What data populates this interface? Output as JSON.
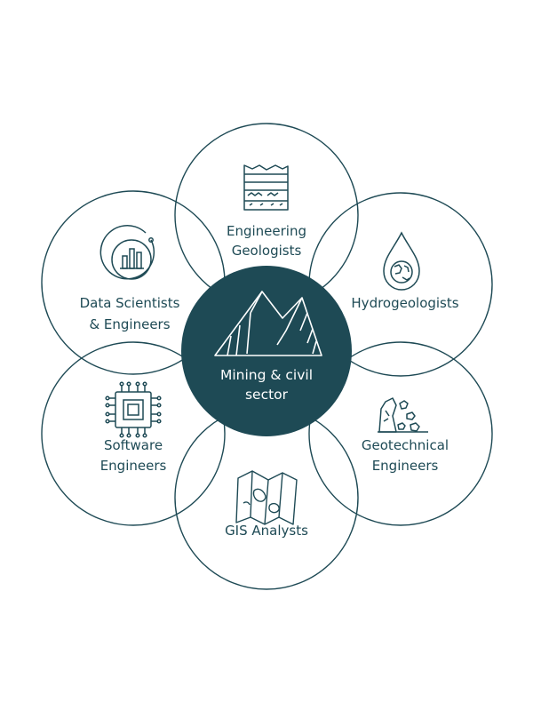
{
  "colors": {
    "primary": "#1e4a55",
    "center_text": "#ffffff",
    "background": "#ffffff"
  },
  "center": {
    "line1": "Mining & civil",
    "line2": "sector",
    "icon": "mountain-icon"
  },
  "roles": [
    {
      "id": "engineering-geologists",
      "lines": [
        "Engineering",
        "Geologists"
      ],
      "icon": "rock-strata-icon"
    },
    {
      "id": "hydrogeologists",
      "lines": [
        "Hydrogeologists"
      ],
      "icon": "water-drop-globe-icon"
    },
    {
      "id": "geotechnical-engineers",
      "lines": [
        "Geotechnical",
        "Engineers"
      ],
      "icon": "rockfall-icon"
    },
    {
      "id": "gis-analysts",
      "lines": [
        "GIS Analysts"
      ],
      "icon": "map-icon"
    },
    {
      "id": "software-engineers",
      "lines": [
        "Software",
        "Engineers"
      ],
      "icon": "microchip-icon"
    },
    {
      "id": "data-scientists-engineers",
      "lines": [
        "Data Scientists",
        "& Engineers"
      ],
      "icon": "bar-chart-icon"
    }
  ]
}
